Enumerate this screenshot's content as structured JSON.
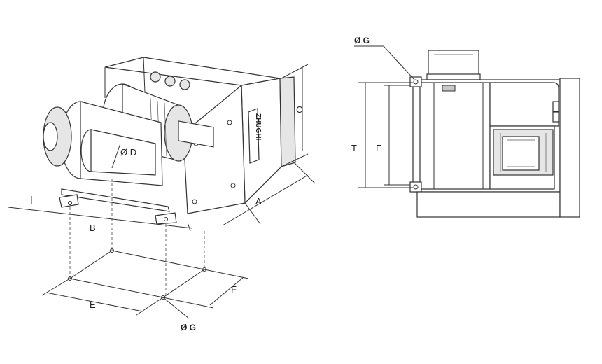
{
  "labels": {
    "iso": {
      "A": "A",
      "B": "B",
      "C": "C",
      "D": "Ø D",
      "E": "E",
      "F": "F",
      "G": "Ø G"
    },
    "side": {
      "G": "Ø G",
      "T": "T",
      "E": "E"
    }
  },
  "brand_plate": "ZHUGHI"
}
